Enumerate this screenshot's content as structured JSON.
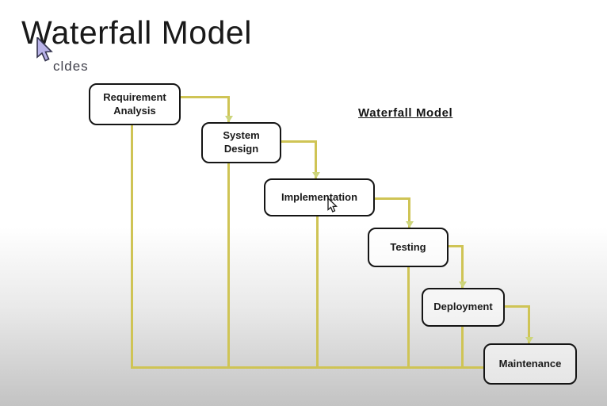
{
  "slide": {
    "title": "Waterfall Model",
    "cropped_text": "cldes",
    "diagram_heading": "Waterfall Model"
  },
  "diagram": {
    "type": "flowchart",
    "flow_order": [
      "Requirement Analysis",
      "System Design",
      "Implementation",
      "Testing",
      "Deployment",
      "Maintenance"
    ],
    "boxes": [
      {
        "id": "requirement-analysis",
        "label": "Requirement Analysis"
      },
      {
        "id": "system-design",
        "label": "System Design"
      },
      {
        "id": "implementation",
        "label": "Implementation"
      },
      {
        "id": "testing",
        "label": "Testing"
      },
      {
        "id": "deployment",
        "label": "Deployment"
      },
      {
        "id": "maintenance",
        "label": "Maintenance"
      }
    ],
    "colors": {
      "connector": "#cfc455",
      "arrowhead": "#cdd57b",
      "box_border": "#151515",
      "cursor_large_fill": "#b9b3e9",
      "cursor_small_fill": "#ffffff"
    }
  }
}
